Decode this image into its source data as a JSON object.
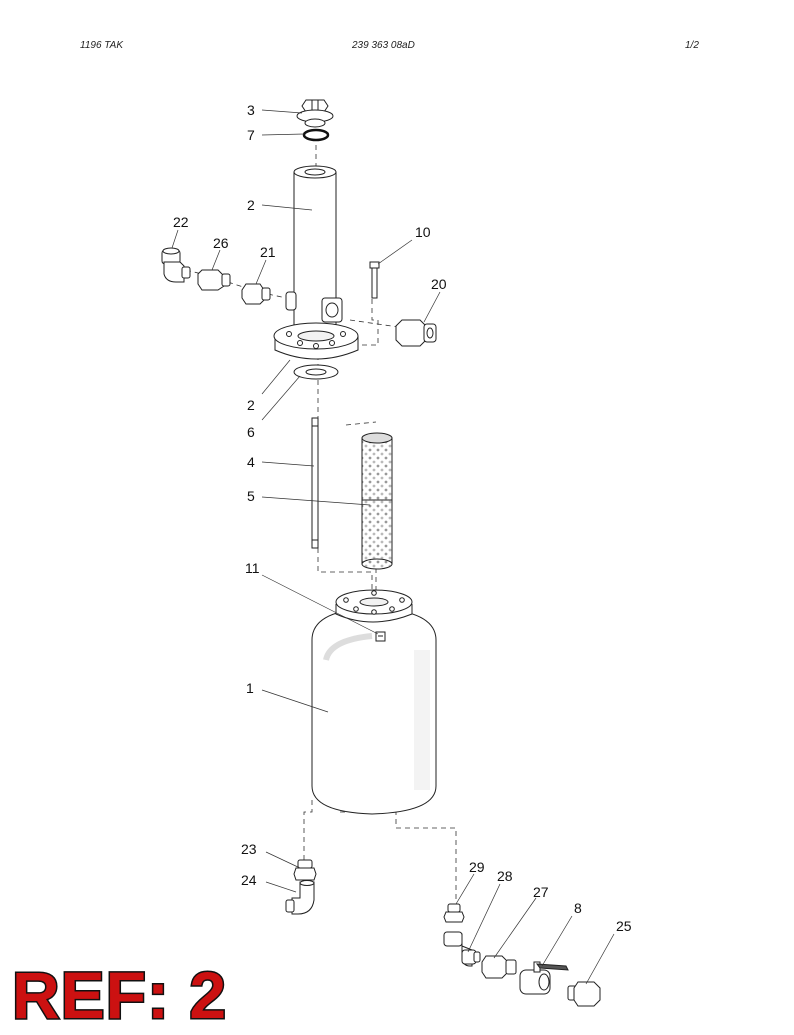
{
  "header": {
    "left": "1196  TAK",
    "center": "239 363 08aD",
    "right": "1/2"
  },
  "callouts": [
    "3",
    "7",
    "2",
    "22",
    "26",
    "21",
    "10",
    "20",
    "2",
    "6",
    "4",
    "5",
    "11",
    "1",
    "23",
    "24",
    "29",
    "28",
    "27",
    "8",
    "25"
  ],
  "ref_label": "REF: 2",
  "colors": {
    "line": "#222222",
    "ref_fill": "#cc1111",
    "ref_stroke": "#111111"
  }
}
